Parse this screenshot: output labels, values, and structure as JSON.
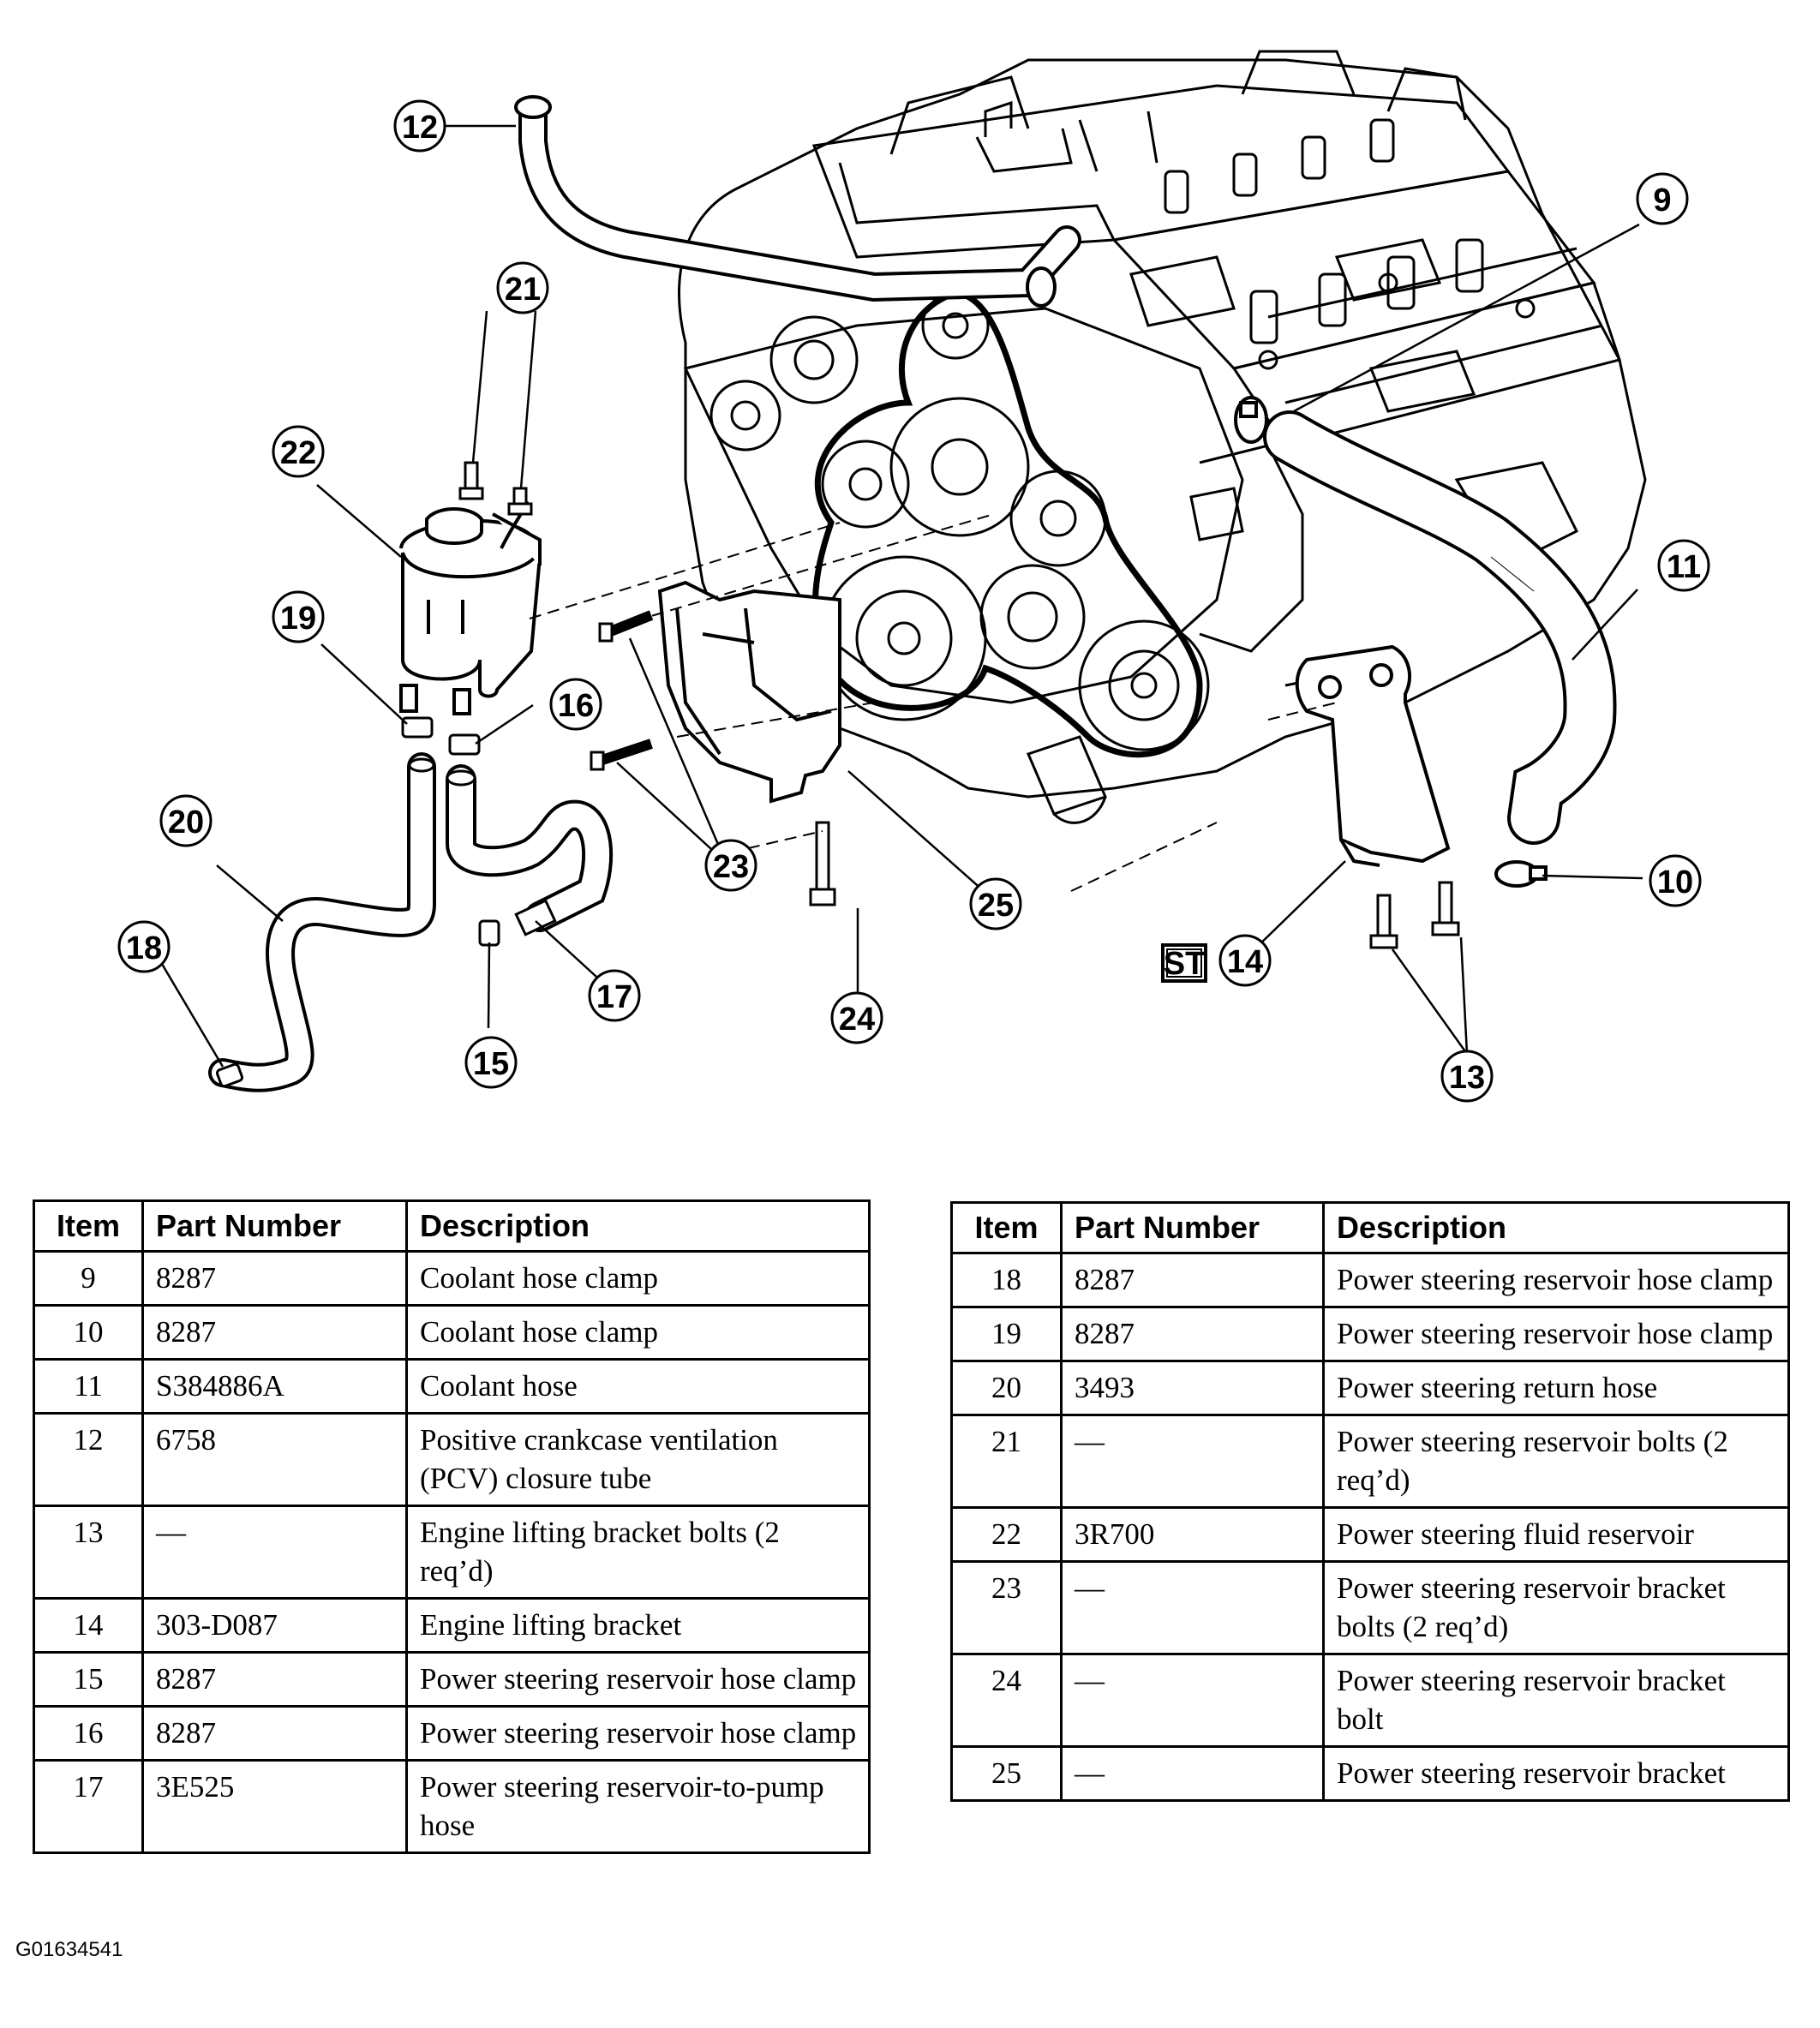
{
  "callouts": {
    "c9": "9",
    "c10": "10",
    "c11": "11",
    "c12": "12",
    "c13": "13",
    "c14": "14",
    "c15": "15",
    "c16": "16",
    "c17": "17",
    "c18": "18",
    "c19": "19",
    "c20": "20",
    "c21": "21",
    "c22": "22",
    "c23": "23",
    "c24": "24",
    "c25": "25"
  },
  "special_tool_badge": "ST",
  "tables": {
    "headers": {
      "item": "Item",
      "part": "Part Number",
      "desc": "Description"
    },
    "left": [
      {
        "item": "9",
        "part": "8287",
        "desc": "Coolant hose clamp"
      },
      {
        "item": "10",
        "part": "8287",
        "desc": "Coolant hose clamp"
      },
      {
        "item": "11",
        "part": "S384886A",
        "desc": "Coolant hose"
      },
      {
        "item": "12",
        "part": "6758",
        "desc": "Positive crankcase ventilation (PCV) closure tube"
      },
      {
        "item": "13",
        "part": "—",
        "desc": "Engine lifting bracket bolts (2 req’d)"
      },
      {
        "item": "14",
        "part": "303-D087",
        "desc": "Engine lifting bracket"
      },
      {
        "item": "15",
        "part": "8287",
        "desc": "Power steering reservoir hose clamp"
      },
      {
        "item": "16",
        "part": "8287",
        "desc": "Power steering reservoir hose clamp"
      },
      {
        "item": "17",
        "part": "3E525",
        "desc": "Power steering reservoir-to-pump hose"
      }
    ],
    "right": [
      {
        "item": "18",
        "part": "8287",
        "desc": "Power steering reservoir hose clamp"
      },
      {
        "item": "19",
        "part": "8287",
        "desc": "Power steering reservoir hose clamp"
      },
      {
        "item": "20",
        "part": "3493",
        "desc": "Power steering return hose"
      },
      {
        "item": "21",
        "part": "—",
        "desc": "Power steering reservoir bolts (2 req’d)"
      },
      {
        "item": "22",
        "part": "3R700",
        "desc": "Power steering fluid reservoir"
      },
      {
        "item": "23",
        "part": "—",
        "desc": "Power steering reservoir bracket bolts (2 req’d)"
      },
      {
        "item": "24",
        "part": "—",
        "desc": "Power steering reservoir bracket bolt"
      },
      {
        "item": "25",
        "part": "—",
        "desc": "Power steering reservoir bracket"
      }
    ]
  },
  "figure_id": "G01634541"
}
